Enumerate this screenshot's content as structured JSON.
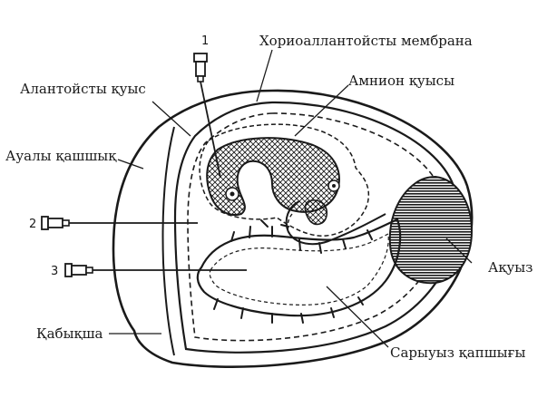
{
  "labels": {
    "chorioallantoic": "Хориоаллантойсты мембрана",
    "allantoic": "Алантойсты қуыс",
    "amnion": "Амнион қуысы",
    "air": "Ауалы қашшық",
    "albumen": "Ақуыз",
    "shell": "Қабықша",
    "yolk": "Сарыуыз қапшығы"
  },
  "needles": [
    "1",
    "2",
    "3"
  ],
  "colors": {
    "ink": "#1a1a1a",
    "paper": "#ffffff",
    "ghost": "#d9d9d9"
  }
}
